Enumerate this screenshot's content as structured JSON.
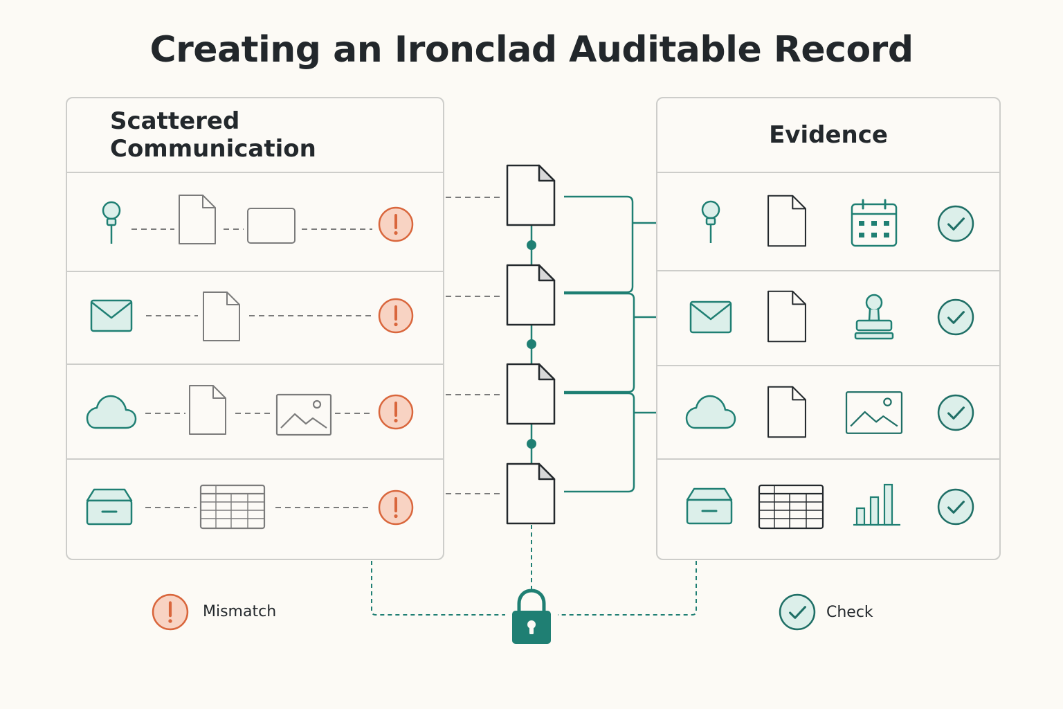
{
  "title": "Creating an Ironclad Auditable Record",
  "left_panel": {
    "title": "Scattered Communication",
    "rows": [
      {
        "items": [
          "pin-icon",
          "document-icon",
          "blank-card-icon",
          "mismatch-icon"
        ]
      },
      {
        "items": [
          "envelope-icon",
          "document-icon",
          "mismatch-icon"
        ]
      },
      {
        "items": [
          "cloud-icon",
          "document-icon",
          "image-icon",
          "mismatch-icon"
        ]
      },
      {
        "items": [
          "archive-box-icon",
          "spreadsheet-icon",
          "mismatch-icon"
        ]
      }
    ]
  },
  "right_panel": {
    "title": "Evidence",
    "rows": [
      {
        "items": [
          "pin-icon",
          "document-icon",
          "calendar-icon",
          "check-icon"
        ]
      },
      {
        "items": [
          "envelope-icon",
          "document-icon",
          "stamp-icon",
          "check-icon"
        ]
      },
      {
        "items": [
          "cloud-icon",
          "document-icon",
          "image-icon",
          "check-icon"
        ]
      },
      {
        "items": [
          "archive-box-icon",
          "spreadsheet-icon",
          "bar-chart-icon",
          "check-icon"
        ]
      }
    ]
  },
  "center": {
    "documents": [
      "document-icon",
      "document-icon",
      "document-icon",
      "document-icon"
    ],
    "lock": "padlock-icon"
  },
  "legend": {
    "mismatch_label": "Mismatch",
    "check_label": "Check"
  },
  "colors": {
    "teal": "#1f7f73",
    "teal_fill": "#dcefea",
    "orange": "#d9663c",
    "orange_fill": "#f8d3c3",
    "gray_line": "#7b7b7b",
    "dark": "#23282c",
    "background": "#fcfaf5"
  }
}
